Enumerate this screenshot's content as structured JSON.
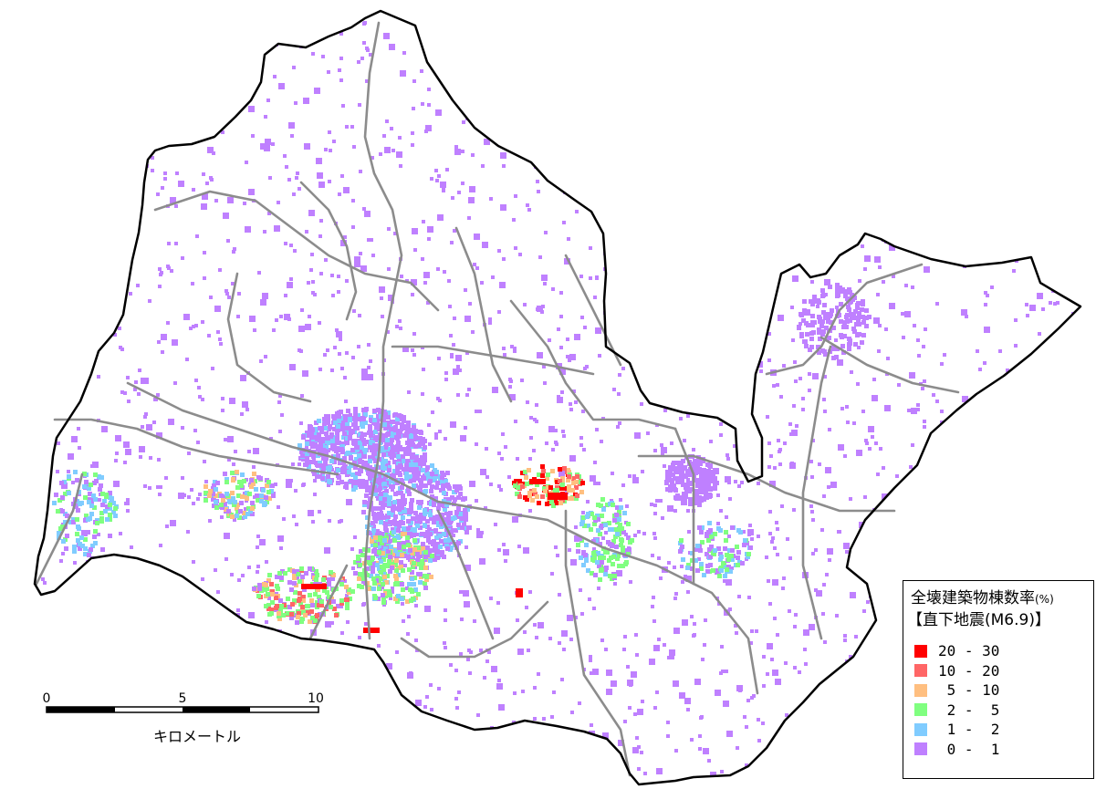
{
  "legend": {
    "title": "全壊建築物棟数率",
    "unit": "(%)",
    "subtitle": "【直下地震(M6.9)】",
    "items": [
      {
        "range": "20 - 30",
        "color": "#ff0000"
      },
      {
        "range": "10 - 20",
        "color": "#ff6666"
      },
      {
        "range": " 5 - 10",
        "color": "#ffbf80"
      },
      {
        "range": " 2 -  5",
        "color": "#80ff80"
      },
      {
        "range": " 1 -  2",
        "color": "#80ccff"
      },
      {
        "range": " 0 -  1",
        "color": "#bf80ff"
      }
    ]
  },
  "scale_bar": {
    "ticks": [
      "0",
      "5",
      "10"
    ],
    "unit": "キロメートル"
  },
  "colors": {
    "boundary": "#000000",
    "roads": "#8c8c8c"
  }
}
